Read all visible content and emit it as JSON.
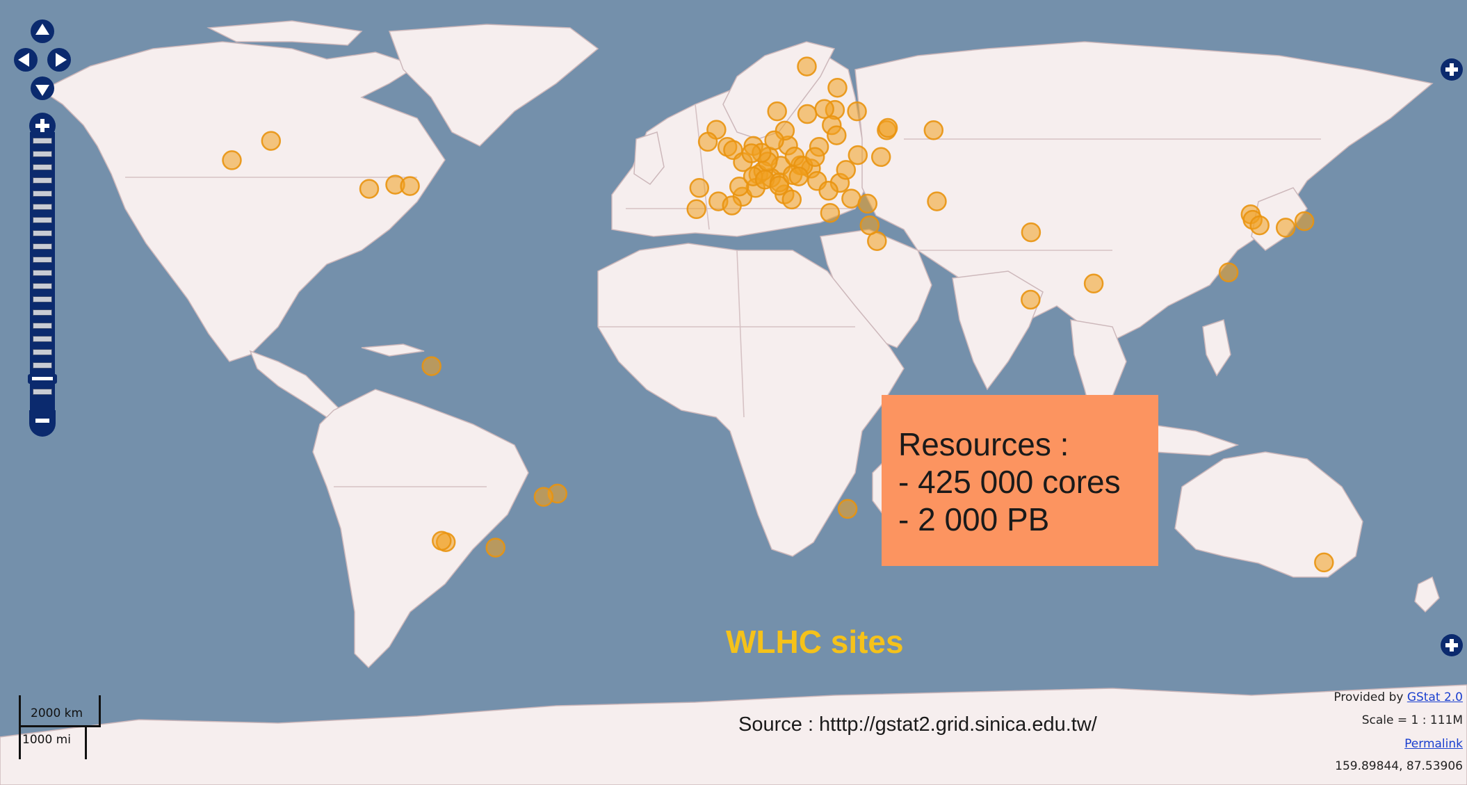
{
  "map": {
    "title": "WLHC sites",
    "source": "Source : htttp://gstat2.grid.sinica.edu.tw/",
    "resources": {
      "heading": "Resources :",
      "lines": [
        "- 425 000 cores",
        "- 2 000 PB"
      ]
    },
    "attribution": {
      "provided_prefix": "Provided by ",
      "provided_link": "GStat 2.0",
      "scale": "Scale = 1 : 111M",
      "permalink": "Permalink",
      "coordinates": "159.89844, 87.53906"
    },
    "scale_line": {
      "metric": "2000 km",
      "imperial": "1000 mi"
    },
    "colors": {
      "ocean": "#7490ab",
      "land": "#f6eeee",
      "site_marker": "#f0a020",
      "control": "#0b2a6e",
      "resources_box": "#fc9460",
      "title": "#f5c21a"
    },
    "controls": {
      "pan": [
        "pan-up-icon",
        "pan-left-icon",
        "pan-right-icon",
        "pan-down-icon"
      ],
      "zoom": [
        "zoom-in-icon",
        "zoom-out-icon"
      ],
      "layer_switcher": "plus-icon"
    },
    "sites": [
      {
        "lon": -123.1,
        "lat": 49.3
      },
      {
        "lon": -113.5,
        "lat": 53.5
      },
      {
        "lon": -89.4,
        "lat": 43.1
      },
      {
        "lon": -83.0,
        "lat": 44.0
      },
      {
        "lon": -79.4,
        "lat": 43.7
      },
      {
        "lon": -74.1,
        "lat": 4.7
      },
      {
        "lon": -43.2,
        "lat": -22.9
      },
      {
        "lon": -46.6,
        "lat": -23.6
      },
      {
        "lon": -70.6,
        "lat": -33.4
      },
      {
        "lon": -71.6,
        "lat": -33.1
      },
      {
        "lon": -58.4,
        "lat": -34.6
      },
      {
        "lon": -8.4,
        "lat": 43.3
      },
      {
        "lon": -9.1,
        "lat": 38.7
      },
      {
        "lon": -3.7,
        "lat": 40.4
      },
      {
        "lon": 2.2,
        "lat": 41.4
      },
      {
        "lon": -0.4,
        "lat": 39.5
      },
      {
        "lon": -1.5,
        "lat": 52.2
      },
      {
        "lon": -0.1,
        "lat": 51.5
      },
      {
        "lon": 2.3,
        "lat": 48.9
      },
      {
        "lon": 4.9,
        "lat": 52.4
      },
      {
        "lon": 8.7,
        "lat": 50.1
      },
      {
        "lon": 11.6,
        "lat": 48.1
      },
      {
        "lon": 6.1,
        "lat": 46.2
      },
      {
        "lon": 12.5,
        "lat": 41.9
      },
      {
        "lon": 9.2,
        "lat": 45.5
      },
      {
        "lon": 14.3,
        "lat": 40.8
      },
      {
        "lon": 13.4,
        "lat": 52.5
      },
      {
        "lon": 16.4,
        "lat": 48.2
      },
      {
        "lon": 19.0,
        "lat": 47.5
      },
      {
        "lon": 21.0,
        "lat": 52.2
      },
      {
        "lon": 26.1,
        "lat": 44.4
      },
      {
        "lon": 23.7,
        "lat": 37.9
      },
      {
        "lon": 28.9,
        "lat": 41.0
      },
      {
        "lon": 32.9,
        "lat": 39.9
      },
      {
        "lon": 30.5,
        "lat": 50.4
      },
      {
        "lon": 37.6,
        "lat": 55.8
      },
      {
        "lon": 37.9,
        "lat": 56.3
      },
      {
        "lon": 30.3,
        "lat": 59.9
      },
      {
        "lon": 24.9,
        "lat": 60.2
      },
      {
        "lon": 18.1,
        "lat": 59.3
      },
      {
        "lon": 10.7,
        "lat": 59.9
      },
      {
        "lon": 12.6,
        "lat": 55.7
      },
      {
        "lon": 24.1,
        "lat": 56.9
      },
      {
        "lon": 25.3,
        "lat": 54.7
      },
      {
        "lon": 35.2,
        "lat": 31.8
      },
      {
        "lon": 33.4,
        "lat": 35.2
      },
      {
        "lon": 49.9,
        "lat": 40.4
      },
      {
        "lon": 73.0,
        "lat": 33.7
      },
      {
        "lon": 72.9,
        "lat": 19.1
      },
      {
        "lon": 88.4,
        "lat": 22.6
      },
      {
        "lon": 121.5,
        "lat": 25.0
      },
      {
        "lon": 126.9,
        "lat": 37.6
      },
      {
        "lon": 127.4,
        "lat": 36.4
      },
      {
        "lon": 129.1,
        "lat": 35.2
      },
      {
        "lon": 135.5,
        "lat": 34.7
      },
      {
        "lon": 140.1,
        "lat": 36.1
      },
      {
        "lon": 28.0,
        "lat": -26.2
      },
      {
        "lon": 144.9,
        "lat": -37.8
      },
      {
        "lon": -4.2,
        "lat": 55.9
      },
      {
        "lon": 7.3,
        "lat": 47.0
      },
      {
        "lon": 15.0,
        "lat": 50.1
      },
      {
        "lon": 17.1,
        "lat": 48.1
      },
      {
        "lon": 20.0,
        "lat": 50.0
      },
      {
        "lon": 5.4,
        "lat": 43.3
      },
      {
        "lon": 1.4,
        "lat": 43.6
      },
      {
        "lon": 4.8,
        "lat": 45.8
      },
      {
        "lon": 7.7,
        "lat": 45.1
      },
      {
        "lon": 11.3,
        "lat": 44.5
      },
      {
        "lon": 11.2,
        "lat": 43.8
      },
      {
        "lon": 14.5,
        "lat": 46.1
      },
      {
        "lon": 16.0,
        "lat": 45.8
      },
      {
        "lon": 20.5,
        "lat": 44.8
      },
      {
        "lon": 23.3,
        "lat": 42.7
      },
      {
        "lon": 27.6,
        "lat": 47.2
      },
      {
        "lon": 36.2,
        "lat": 50.0
      },
      {
        "lon": 49.1,
        "lat": 55.8
      },
      {
        "lon": 8.4,
        "lat": 49.0
      },
      {
        "lon": 10.0,
        "lat": 53.6
      },
      {
        "lon": 6.9,
        "lat": 50.9
      },
      {
        "lon": 4.4,
        "lat": 50.8
      },
      {
        "lon": -6.3,
        "lat": 53.3
      },
      {
        "lon": 25.5,
        "lat": 65.0
      },
      {
        "lon": 18.0,
        "lat": 69.6
      },
      {
        "lon": 22.3,
        "lat": 60.4
      }
    ]
  }
}
